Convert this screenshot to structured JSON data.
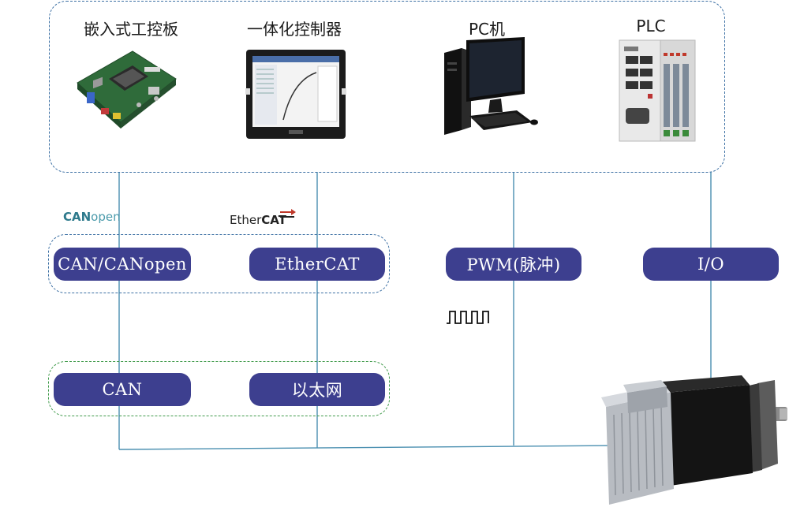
{
  "devices": [
    {
      "label": "嵌入式工控板",
      "icon": "embedded-board-icon"
    },
    {
      "label": "一体化控制器",
      "icon": "integrated-controller-icon"
    },
    {
      "label": "PC机",
      "icon": "pc-icon"
    },
    {
      "label": "PLC",
      "icon": "plc-icon"
    }
  ],
  "logos": {
    "canopen_bold": "CAN",
    "canopen_thin": "open",
    "ethercat_thin": "Ether",
    "ethercat_bold": "CAT"
  },
  "interfaces": {
    "canopen": "CAN/CANopen",
    "ethercat": "EtherCAT",
    "pwm": "PWM(脉冲)",
    "io": "I/O",
    "can": "CAN",
    "ethernet": "以太网"
  },
  "colors": {
    "pill": "#3d3f8f",
    "wire": "#4a8fb0",
    "blue_dash": "#3b6fa3",
    "green_dash": "#3f9a4a"
  }
}
